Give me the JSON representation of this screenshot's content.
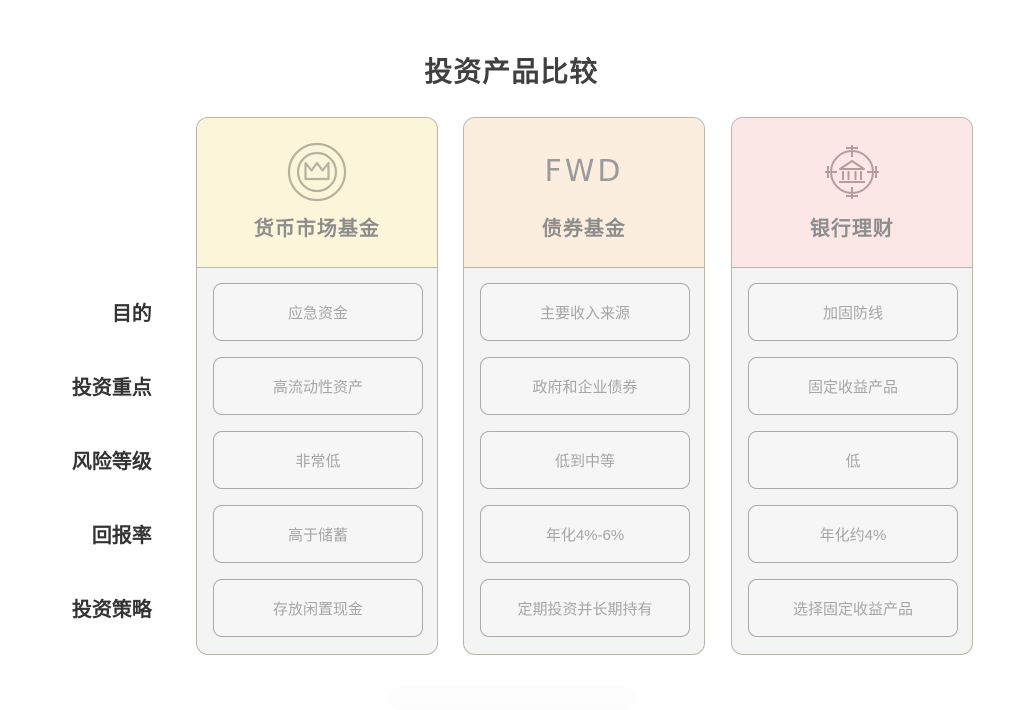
{
  "page": {
    "title": "投资产品比较"
  },
  "rows": [
    {
      "label": "目的"
    },
    {
      "label": "投资重点"
    },
    {
      "label": "风险等级"
    },
    {
      "label": "回报率"
    },
    {
      "label": "投资策略"
    }
  ],
  "columns": [
    {
      "title": "货币市场基金",
      "logo_kind": "coin-m-icon",
      "logo_text": "",
      "header_color": "#FBF6D9",
      "cells": [
        "应急资金",
        "高流动性资产",
        "非常低",
        "高于储蓄",
        "存放闲置现金"
      ]
    },
    {
      "title": "债券基金",
      "logo_kind": "fwd-wordmark",
      "logo_text": "FWD",
      "header_color": "#FBEEDE",
      "cells": [
        "主要收入来源",
        "政府和企业债券",
        "低到中等",
        "年化4%-6%",
        "定期投资并长期持有"
      ]
    },
    {
      "title": "银行理财",
      "logo_kind": "bank-target-icon",
      "logo_text": "",
      "header_color": "#FBE7E6",
      "cells": [
        "加固防线",
        "固定收益产品",
        "低",
        "年化约4%",
        "选择固定收益产品"
      ]
    }
  ],
  "theme": {
    "title_color": "#404040",
    "row_label_color": "#333333",
    "cell_text_color": "#A6A6A6",
    "card_border_color": "#B9B5AB",
    "cell_border_color": "#AAAAAA",
    "card_body_bg": "#F4F4F4",
    "cell_bg": "#F6F6F6"
  }
}
